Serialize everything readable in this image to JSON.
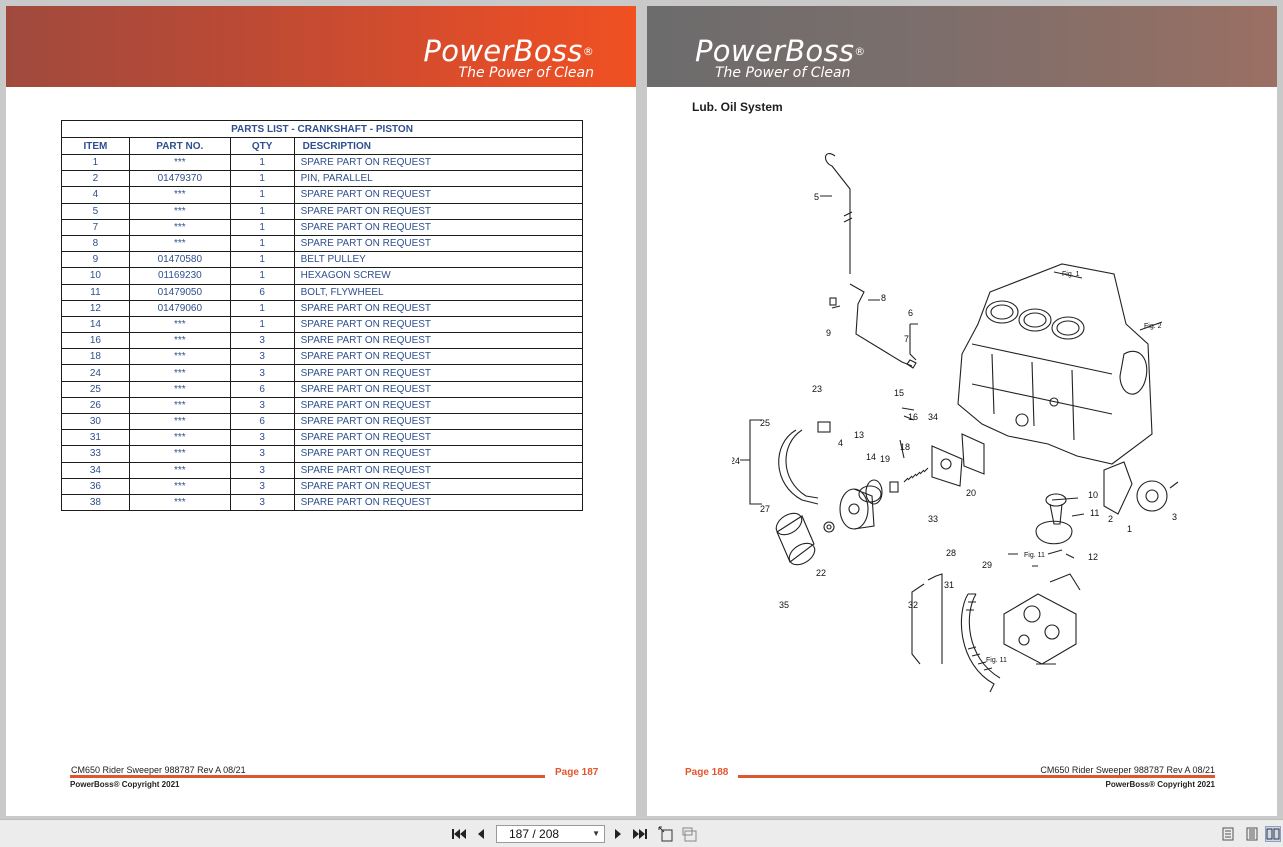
{
  "brand": {
    "name": "PowerBoss",
    "reg": "®",
    "tagline": "The Power of Clean"
  },
  "left_page": {
    "table_title": "PARTS LIST - CRANKSHAFT - PISTON",
    "columns": [
      "ITEM",
      "PART NO.",
      "QTY",
      "DESCRIPTION"
    ],
    "rows": [
      [
        "1",
        "***",
        "1",
        "SPARE PART ON REQUEST"
      ],
      [
        "2",
        "01479370",
        "1",
        "PIN, PARALLEL"
      ],
      [
        "4",
        "***",
        "1",
        "SPARE PART ON REQUEST"
      ],
      [
        "5",
        "***",
        "1",
        "SPARE PART ON REQUEST"
      ],
      [
        "7",
        "***",
        "1",
        "SPARE PART ON REQUEST"
      ],
      [
        "8",
        "***",
        "1",
        "SPARE PART ON REQUEST"
      ],
      [
        "9",
        "01470580",
        "1",
        "BELT PULLEY"
      ],
      [
        "10",
        "01169230",
        "1",
        "HEXAGON SCREW"
      ],
      [
        "11",
        "01479050",
        "6",
        "BOLT, FLYWHEEL"
      ],
      [
        "12",
        "01479060",
        "1",
        "SPARE PART ON REQUEST"
      ],
      [
        "14",
        "***",
        "1",
        "SPARE PART ON REQUEST"
      ],
      [
        "16",
        "***",
        "3",
        "SPARE PART ON REQUEST"
      ],
      [
        "18",
        "***",
        "3",
        "SPARE PART ON REQUEST"
      ],
      [
        "24",
        "***",
        "3",
        "SPARE PART ON REQUEST"
      ],
      [
        "25",
        "***",
        "6",
        "SPARE PART ON REQUEST"
      ],
      [
        "26",
        "***",
        "3",
        "SPARE PART ON REQUEST"
      ],
      [
        "30",
        "***",
        "6",
        "SPARE PART ON REQUEST"
      ],
      [
        "31",
        "***",
        "3",
        "SPARE PART ON REQUEST"
      ],
      [
        "33",
        "***",
        "3",
        "SPARE PART ON REQUEST"
      ],
      [
        "34",
        "***",
        "3",
        "SPARE PART ON REQUEST"
      ],
      [
        "36",
        "***",
        "3",
        "SPARE PART ON REQUEST"
      ],
      [
        "38",
        "***",
        "3",
        "SPARE PART ON REQUEST"
      ]
    ],
    "footer_doc": "CM650 Rider Sweeper 988787 Rev A 08/21",
    "footer_copyright": "PowerBoss® Copyright 2021",
    "page_label": "Page  187"
  },
  "right_page": {
    "section_title": "Lub. Oil System",
    "callouts": [
      "1",
      "2",
      "3",
      "4",
      "5",
      "6",
      "7",
      "8",
      "9",
      "10",
      "11",
      "12",
      "13",
      "14",
      "15",
      "16",
      "18",
      "19",
      "20",
      "22",
      "23",
      "24",
      "25",
      "27",
      "28",
      "29",
      "31",
      "32",
      "33",
      "34",
      "35"
    ],
    "fig_labels": [
      "Fig. 1",
      "Fig. 2",
      "Fig. 11",
      "Fig. 11"
    ],
    "footer_doc": "CM650 Rider Sweeper 988787 Rev A 08/21",
    "footer_copyright": "PowerBoss® Copyright 2021",
    "page_label": "Page  188"
  },
  "toolbar": {
    "page_indicator": "187 / 208",
    "icons": [
      "first-page-icon",
      "prev-page-icon",
      "next-page-icon",
      "last-page-icon",
      "fit-page-icon",
      "fit-width-icon",
      "single-page-view-icon",
      "continuous-view-icon",
      "two-page-view-icon"
    ]
  },
  "colors": {
    "accent": "#e0562e",
    "table_text": "#2f4f8f",
    "banner_left": "#f05022",
    "banner_right": "#6c6c6c"
  }
}
